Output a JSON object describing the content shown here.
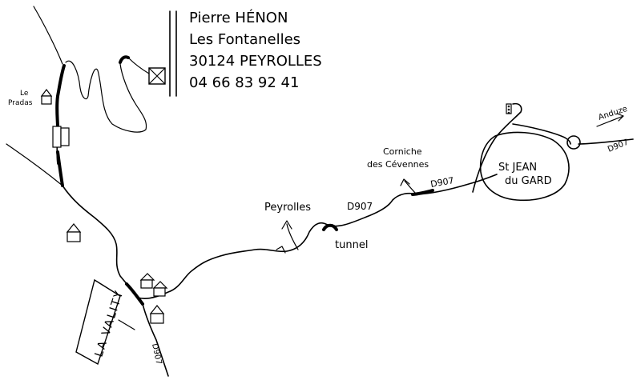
{
  "contact": {
    "name": "Pierre HÉNON",
    "street": "Les Fontanelles",
    "city": "30124 PEYROLLES",
    "phone": "04 66 83 92 41"
  },
  "places": {
    "le_pradas": "Le Pradas",
    "la_vality": "LA VALITY",
    "peyrolles": "Peyrolles",
    "tunnel": "tunnel",
    "corniche": "Corniche des Cévennes",
    "st_jean_line1": "St JEAN",
    "st_jean_line2": "du GARD",
    "anduze": "Anduze"
  },
  "roads": {
    "d907_south": "D907",
    "d907_middle": "D907",
    "d907_east": "D907",
    "d907_far_east": "D907"
  },
  "colors": {
    "ink": "#000000",
    "paper": "#ffffff"
  }
}
